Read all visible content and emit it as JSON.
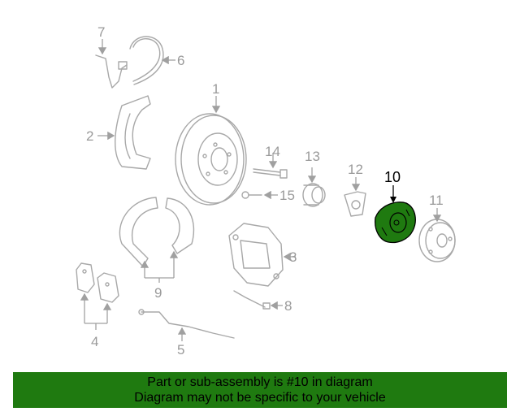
{
  "diagram": {
    "callouts": [
      "1",
      "2",
      "3",
      "4",
      "5",
      "6",
      "7",
      "8",
      "9",
      "10",
      "11",
      "12",
      "13",
      "14",
      "15"
    ],
    "highlighted_part": "10",
    "highlight_color": "#1f7a10",
    "line_color": "#a8a8a8"
  },
  "banner": {
    "line1": "Part or sub-assembly is #10 in diagram",
    "line2": "Diagram may not be specific to your vehicle",
    "background": "#1f7a10"
  }
}
